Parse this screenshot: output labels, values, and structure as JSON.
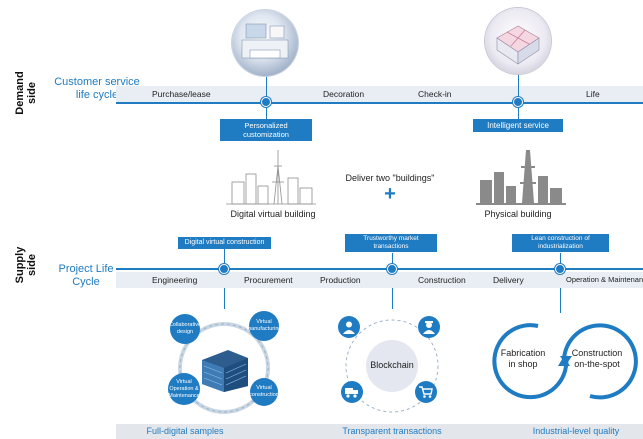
{
  "demand": {
    "side_title": "Demand side",
    "cycle_label": "Customer service life cycle",
    "stages": [
      "Purchase/lease",
      "Decoration",
      "Check-in",
      "Life"
    ],
    "tag_left": "Personalized customization",
    "tag_right": "Intelligent service"
  },
  "center": {
    "digital_building": "Digital virtual building",
    "deliver_text": "Deliver two \"buildings\"",
    "plus": "+",
    "physical_building": "Physical building"
  },
  "supply": {
    "side_title": "Supply side",
    "cycle_label": "Project Life Cycle",
    "stages": [
      "Engineering",
      "Procurement",
      "Production",
      "Construction",
      "Delivery",
      "Operation & Maintenance"
    ],
    "tag_left": "Digital virtual construction",
    "tag_mid": "Trustworthy market transactions",
    "tag_right": "Lean construction of industrialization"
  },
  "virtual_cycle": {
    "nodes": [
      "Collaborative design",
      "Virtual manufacturing",
      "Virtual construction",
      "Virtual Operation & Maintenance"
    ]
  },
  "blockchain": {
    "label": "Blockchain"
  },
  "industrial_cycle": {
    "left": "Fabrication in shop",
    "right": "Construction on-the-spot"
  },
  "bottom": {
    "segments": [
      "Full-digital samples",
      "Transparent transactions",
      "Industrial-level quality"
    ]
  },
  "colors": {
    "accent": "#1f7bc2",
    "band": "#e9eef4",
    "bottom_band": "#e3e6ea"
  }
}
